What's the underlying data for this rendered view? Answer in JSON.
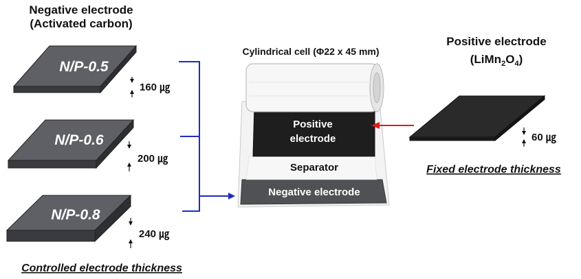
{
  "negative": {
    "title_line1": "Negative electrode",
    "title_line2": "(Activated carbon)",
    "slabs": [
      {
        "label": "N/P-0.5",
        "thickness": "160 ㎍"
      },
      {
        "label": "N/P-0.6",
        "thickness": "200 ㎍"
      },
      {
        "label": "N/P-0.8",
        "thickness": "240 ㎍"
      }
    ],
    "caption": "Controlled electrode thickness"
  },
  "cell": {
    "title": "Cylindrical cell (Φ22 x 45 mm)",
    "positive_line1": "Positive",
    "positive_line2": "electrode",
    "separator": "Separator",
    "negative": "Negative electrode"
  },
  "positive": {
    "title_line1": "Positive electrode",
    "formula_open": "(LiMn",
    "formula_sub1": "2",
    "formula_mid": "O",
    "formula_sub2": "4",
    "formula_close": ")",
    "thickness": "60 ㎍",
    "caption": "Fixed electrode thickness"
  },
  "colors": {
    "slab_top": "#5f6065",
    "slab_side": "#3a3b3f",
    "bracket_blue": "#1f2bbf",
    "arrow_red": "#e11a1a",
    "positive_plate": "#2a2a2a"
  }
}
